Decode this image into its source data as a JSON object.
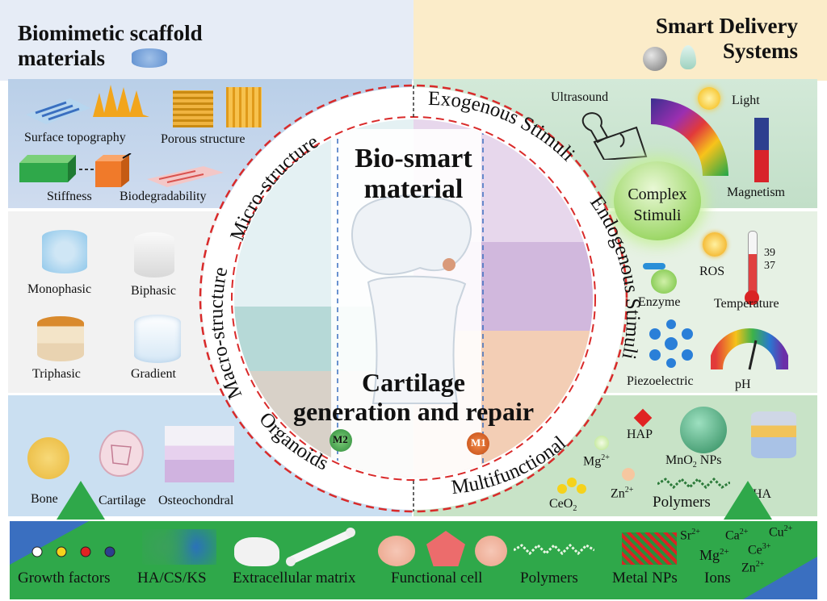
{
  "left_header": {
    "line1": "Biomimetic scaffold",
    "line2": "materials"
  },
  "right_header": {
    "line1": "Smart Delivery",
    "line2": "Systems"
  },
  "left_top_panel": {
    "items": [
      "Surface topography",
      "Porous structure",
      "Stiffness",
      "Biodegradability"
    ]
  },
  "left_mid_panel": {
    "items": [
      "Monophasic",
      "Biphasic",
      "Triphasic",
      "Gradient"
    ]
  },
  "left_bottom_panel": {
    "items": [
      "Bone",
      "Cartilage",
      "Osteochondral"
    ]
  },
  "right_top_panel": {
    "items": [
      "Ultrasound",
      "Light",
      "Magnetism"
    ],
    "center_line1": "Complex",
    "center_line2": "Stimuli"
  },
  "right_mid_panel": {
    "items": [
      "ROS",
      "Enzyme",
      "Temperature",
      "Piezoelectric",
      "pH"
    ],
    "thermo_high": "39",
    "thermo_low": "37"
  },
  "right_bottom_panel": {
    "hap": "HAP",
    "mg": "Mg",
    "mg_sup": "2+",
    "mno2": "MnO",
    "mno2_sub": "2",
    "mno2_rest": " NPs",
    "zn": "Zn",
    "zn_sup": "2+",
    "ceo2": "CeO",
    "ceo2_sub": "2",
    "polymers": "Polymers",
    "ha": "HA"
  },
  "ring": {
    "micro": "Micro-structure",
    "macro": "Macro-structure",
    "organoids": "Organoids",
    "exogenous": "Exogenous Stimuli",
    "endogenous": "Endogenous Stimuli",
    "multifunctional": "Multifunctional"
  },
  "center": {
    "title1": "Bio-smart",
    "title2": "material",
    "bottom1": "Cartilage",
    "bottom2": "generation and repair",
    "m1": "M1",
    "m2": "M2"
  },
  "bottom_bar": {
    "items": [
      "Growth  factors",
      "HA/CS/KS",
      "Extracellular matrix",
      "Functional cell",
      "Polymers",
      "Metal NPs",
      "Ions"
    ],
    "ions": [
      {
        "t": "Sr",
        "s": "2+"
      },
      {
        "t": "Ca",
        "s": "2+"
      },
      {
        "t": "Cu",
        "s": "2+"
      },
      {
        "t": "Mg",
        "s": "2+"
      },
      {
        "t": "Ce",
        "s": "3+"
      },
      {
        "t": "Zn",
        "s": "2+"
      }
    ]
  }
}
